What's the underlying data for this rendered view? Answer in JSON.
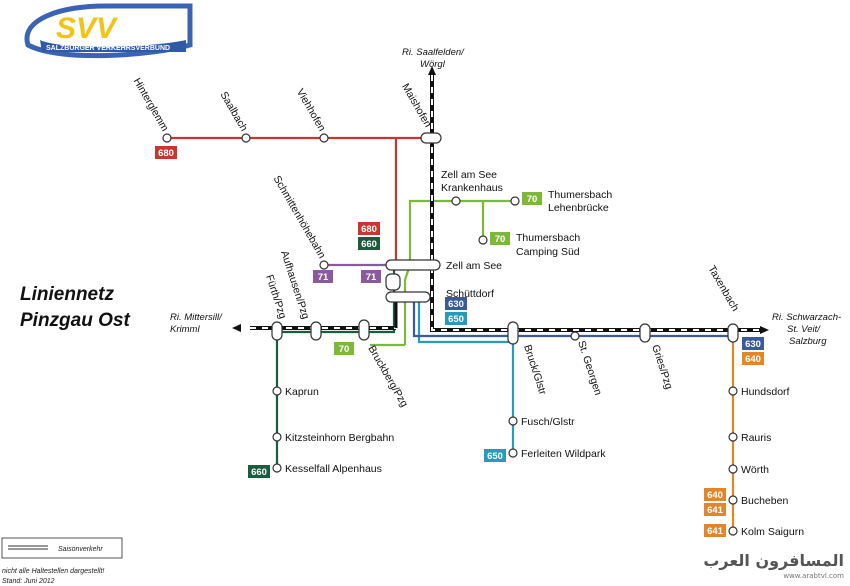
{
  "logo": {
    "letters": "SVV",
    "name": "SALZBURGER VERKEHRSVERBUND"
  },
  "title": {
    "line1": "Liniennetz",
    "line2": "Pinzgau Ost"
  },
  "directions": {
    "north_1": "Ri. Saalfelden/",
    "north_2": "Wörgl",
    "west_1": "Ri. Mittersill/",
    "west_2": "Krimml",
    "east_1": "Ri. Schwarzach-",
    "east_2": "St. Veit/",
    "east_3": "Salzburg"
  },
  "stops": {
    "hinterglemm": "Hinterglemm",
    "saalbach": "Saalbach",
    "viehhofen": "Viehhofen",
    "maishofen": "Maishofen",
    "schmitten": "Schmittenhöhebahn",
    "zell_kh_1": "Zell am See",
    "zell_kh_2": "Krankenhaus",
    "thum_lb_1": "Thumersbach",
    "thum_lb_2": "Lehenbrücke",
    "thum_cs_1": "Thumersbach",
    "thum_cs_2": "Camping Süd",
    "zell": "Zell am See",
    "schuettdorf": "Schüttdorf",
    "fuerth": "Fürth/Pzg",
    "aufhausen": "Aufhausen/Pzg",
    "bruckberg": "Bruckberg/Pzg",
    "bruck": "Bruck/Glstr",
    "st_georgen": "St. Georgen",
    "gries": "Gries/Pzg",
    "taxenbach": "Taxenbach",
    "kaprun": "Kaprun",
    "kitzsteinhorn": "Kitzsteinhorn Bergbahn",
    "kesselfall": "Kesselfall Alpenhaus",
    "fusch": "Fusch/Glstr",
    "ferleiten": "Ferleiten Wildpark",
    "hundsdorf": "Hundsdorf",
    "rauris": "Rauris",
    "woerth": "Wörth",
    "bucheben": "Bucheben",
    "kolm": "Kolm Saigurn"
  },
  "badges": {
    "l680_a": "680",
    "l680_b": "680",
    "l660_a": "660",
    "l660_b": "660",
    "l71_a": "71",
    "l71_b": "71",
    "l70_a": "70",
    "l70_b": "70",
    "l70_c": "70",
    "l630_a": "630",
    "l630_b": "630",
    "l650_a": "650",
    "l650_b": "650",
    "l640_a": "640",
    "l640_b": "640",
    "l641_a": "641",
    "l641_b": "641"
  },
  "colors": {
    "l680": "#c8372d",
    "l660": "#1c5c3e",
    "l71": "#8a5a9e",
    "l70": "#7cb83a",
    "l630": "#3a5a9c",
    "l650": "#2b9ab8",
    "l640": "#e0862b",
    "l641": "#e0862b"
  },
  "legend": {
    "label": "Saisonverkehr"
  },
  "footnote": {
    "line1": "nicht alle Haltestellen dargestellt!",
    "line2": "Stand: Juni 2012"
  },
  "watermark": {
    "line1": "المسافرون العرب",
    "line2": "www.arabtvl.com"
  }
}
